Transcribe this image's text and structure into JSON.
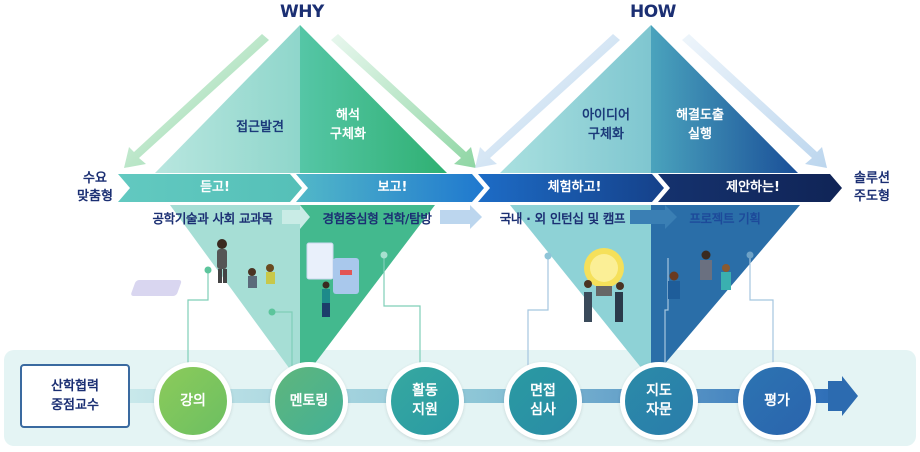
{
  "headers": {
    "why": "WHY",
    "how": "HOW"
  },
  "side_labels": {
    "left": [
      "수요",
      "맞춤형"
    ],
    "right": [
      "솔루션",
      "주도형"
    ]
  },
  "triangle_labels": {
    "why_left": "접근발견",
    "why_right": [
      "해석",
      "구체화"
    ],
    "how_left": [
      "아이디어",
      "구체화"
    ],
    "how_right": [
      "해결도출",
      "실행"
    ]
  },
  "stages": [
    {
      "label": "듣고!",
      "color": "#5ec6bd"
    },
    {
      "label": "보고!",
      "color": "#2f86cf"
    },
    {
      "label": "체험하고!",
      "color": "#1c56a4"
    },
    {
      "label": "제안하는!",
      "color": "#13265e"
    }
  ],
  "activities": [
    "공학기술과 사회 교과목",
    "경험중심형 견학/탐방",
    "국내 · 외 인턴십 및 캠프",
    "프로젝트 기획"
  ],
  "role": [
    "산학협력",
    "중점교수"
  ],
  "steps": [
    {
      "label": [
        "강의"
      ],
      "color": "#7cc35b"
    },
    {
      "label": [
        "멘토링"
      ],
      "color": "#4caf8c"
    },
    {
      "label": [
        "활동",
        "지원"
      ],
      "color": "#2f9f9f"
    },
    {
      "label": [
        "면접",
        "심사"
      ],
      "color": "#2891a0"
    },
    {
      "label": [
        "지도",
        "자문"
      ],
      "color": "#2a82a8"
    },
    {
      "label": [
        "평가"
      ],
      "color": "#2c6bb0"
    }
  ],
  "colors": {
    "title": "#1b2f73",
    "band_bg": "#e4f4f4",
    "why_tri_left": "#9fdcd3",
    "why_tri_right": "#3dbb8a",
    "how_tri_left": "#8fd0d4",
    "how_tri_right": "#1e5fa0"
  }
}
